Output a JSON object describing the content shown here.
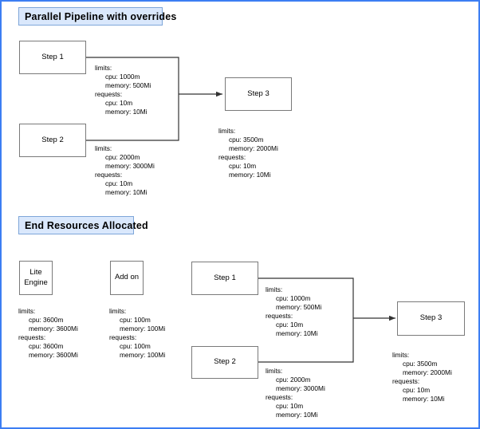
{
  "page": {
    "border_color": "#3c7ef3",
    "background": "#ffffff",
    "title_fill": "#dae8fc",
    "title_stroke": "#7ea6d9",
    "node_stroke": "#7a7a7a",
    "wire_color": "#333333"
  },
  "sections": [
    {
      "id": "parallel-pipeline",
      "label": "Parallel Pipeline with  overrides"
    },
    {
      "id": "end-resources",
      "label": "End Resources Allocated"
    }
  ],
  "top_section": {
    "nodes": [
      {
        "id": "top-step-1",
        "label": "Step 1"
      },
      {
        "id": "top-step-2",
        "label": "Step 2"
      },
      {
        "id": "top-step-3",
        "label": "Step 3"
      }
    ],
    "resources": [
      {
        "id": "top-step-1-resources",
        "limits_label": "limits:",
        "limits_cpu": "cpu: 1000m",
        "limits_memory": "memory: 500Mi",
        "requests_label": "requests:",
        "requests_cpu": "cpu: 10m",
        "requests_memory": "memory: 10Mi"
      },
      {
        "id": "top-step-2-resources",
        "limits_label": "limits:",
        "limits_cpu": "cpu: 2000m",
        "limits_memory": "memory: 3000Mi",
        "requests_label": "requests:",
        "requests_cpu": "cpu: 10m",
        "requests_memory": "memory: 10Mi"
      },
      {
        "id": "top-step-3-resources",
        "limits_label": "limits:",
        "limits_cpu": "cpu: 3500m",
        "limits_memory": "memory: 2000Mi",
        "requests_label": "requests:",
        "requests_cpu": "cpu: 10m",
        "requests_memory": "memory: 10Mi"
      }
    ]
  },
  "bottom_section": {
    "nodes": [
      {
        "id": "lite-engine",
        "line1": "Lite",
        "line2": "Engine"
      },
      {
        "id": "add-on",
        "line1": "Add on",
        "line2": ""
      },
      {
        "id": "bottom-step-1",
        "line1": "Step 1",
        "line2": ""
      },
      {
        "id": "bottom-step-2",
        "line1": "Step 2",
        "line2": ""
      },
      {
        "id": "bottom-step-3",
        "line1": "Step 3",
        "line2": ""
      }
    ],
    "resources": [
      {
        "id": "lite-engine-resources",
        "limits_label": "limits:",
        "limits_cpu": "cpu: 3600m",
        "limits_memory": "memory: 3600Mi",
        "requests_label": "requests:",
        "requests_cpu": "cpu: 3600m",
        "requests_memory": "memory: 3600Mi"
      },
      {
        "id": "add-on-resources",
        "limits_label": "limits:",
        "limits_cpu": "cpu: 100m",
        "limits_memory": "memory: 100Mi",
        "requests_label": "requests:",
        "requests_cpu": "cpu: 100m",
        "requests_memory": "memory: 100Mi"
      },
      {
        "id": "bottom-step-1-resources",
        "limits_label": "limits:",
        "limits_cpu": "cpu: 1000m",
        "limits_memory": "memory: 500Mi",
        "requests_label": "requests:",
        "requests_cpu": "cpu: 10m",
        "requests_memory": "memory: 10Mi"
      },
      {
        "id": "bottom-step-2-resources",
        "limits_label": "limits:",
        "limits_cpu": "cpu: 2000m",
        "limits_memory": "memory: 3000Mi",
        "requests_label": "requests:",
        "requests_cpu": "cpu: 10m",
        "requests_memory": "memory: 10Mi"
      },
      {
        "id": "bottom-step-3-resources",
        "limits_label": "limits:",
        "limits_cpu": "cpu: 3500m",
        "limits_memory": "memory: 2000Mi",
        "requests_label": "requests:",
        "requests_cpu": "cpu: 10m",
        "requests_memory": "memory: 10Mi"
      }
    ]
  }
}
